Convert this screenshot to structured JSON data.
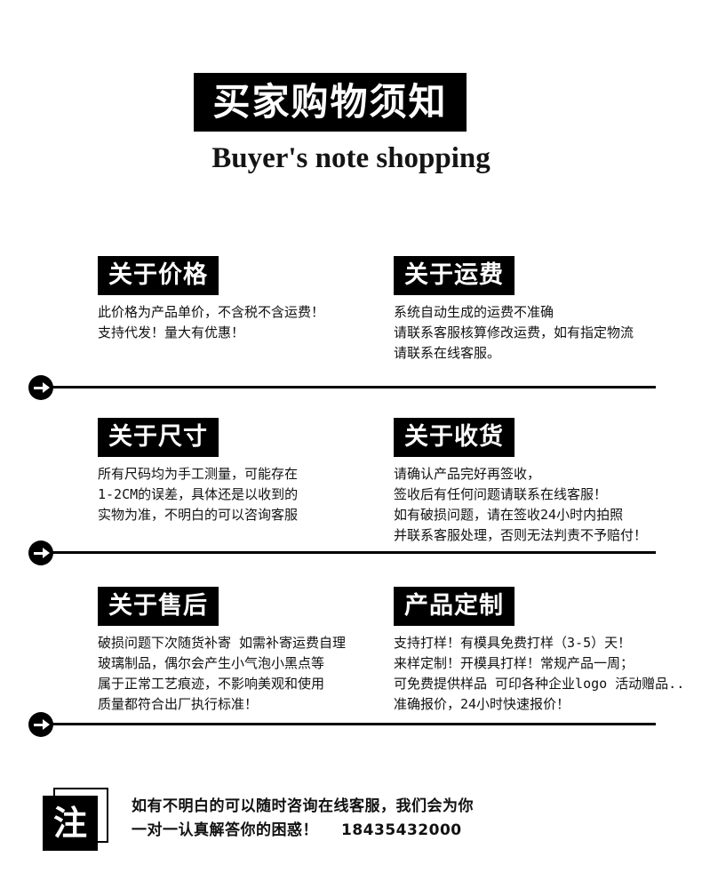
{
  "header": {
    "title_cn": "买家购物须知",
    "subtitle_en": "Buyer's note shopping"
  },
  "sections": [
    {
      "label": "关于价格",
      "lines": [
        "此价格为产品单价，不含税不含运费！",
        "支持代发！量大有优惠！"
      ]
    },
    {
      "label": "关于运费",
      "lines": [
        "系统自动生成的运费不准确",
        "请联系客服核算修改运费，如有指定物流",
        "请联系在线客服。"
      ]
    },
    {
      "label": "关于尺寸",
      "lines": [
        "所有尺码均为手工测量，可能存在",
        "1-2CM的误差，具体还是以收到的",
        "实物为准，不明白的可以咨询客服"
      ]
    },
    {
      "label": "关于收货",
      "lines": [
        "请确认产品完好再签收，",
        "签收后有任何问题请联系在线客服！",
        "如有破损问题，请在签收24小时内拍照",
        "并联系客服处理，否则无法判责不予赔付！"
      ]
    },
    {
      "label": "关于售后",
      "lines": [
        "破损问题下次随货补寄  如需补寄运费自理",
        "玻璃制品，偶尔会产生小气泡小黑点等",
        "属于正常工艺痕迹，不影响美观和使用",
        "质量都符合出厂执行标准！"
      ]
    },
    {
      "label": "产品定制",
      "lines": [
        "支持打样！有模具免费打样（3-5）天！",
        "来样定制！开模具打样！常规产品一周；",
        "可免费提供样品 可印各种企业logo 活动赠品..",
        "准确报价，24小时快速报价！"
      ]
    }
  ],
  "dividers": [
    {
      "name": "divider-1"
    },
    {
      "name": "divider-2"
    },
    {
      "name": "divider-3"
    }
  ],
  "footer": {
    "badge": "注",
    "line1": "如有不明白的可以随时咨询在线客服，我们会为你",
    "line2": "一对一认真解答你的困惑！",
    "phone": "18435432000"
  },
  "colors": {
    "background": "#ffffff",
    "ink": "#111111",
    "label_bg": "#000000",
    "label_fg": "#ffffff"
  }
}
